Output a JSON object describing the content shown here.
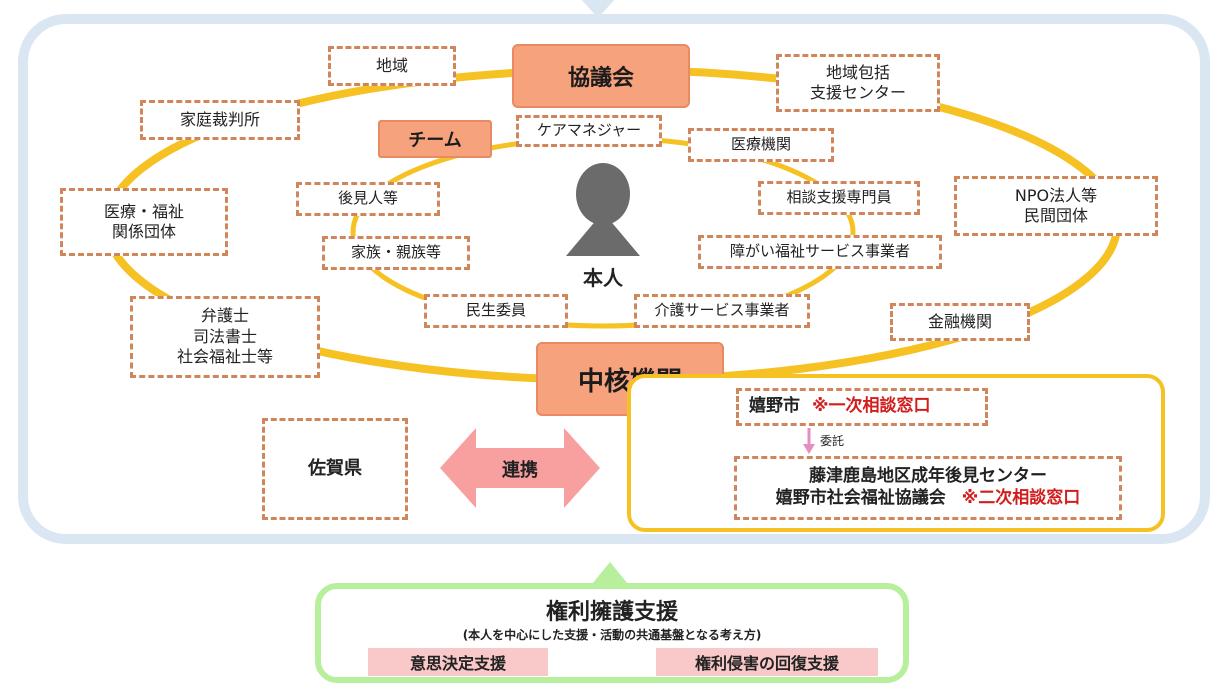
{
  "colors": {
    "outer_frame": "#dbe6f3",
    "ring": "#f6c122",
    "dashed_border": "#d0855a",
    "orange_fill": "#f6a27c",
    "person": "#6b6b6b",
    "arrow": "#f8a0a0",
    "red_text": "#d21d1d",
    "green_frame": "#b8ef9c",
    "pink_fill": "#f9c8c8"
  },
  "council": "協議会",
  "team": "チーム",
  "core_agency": "中核機関",
  "person": "本人",
  "outer_ring": {
    "region": "地域",
    "family_court": "家庭裁判所",
    "medical_welfare": "医療・福祉\n関係団体",
    "legal": "弁護士\n司法書士\n社会福祉士等",
    "community_support_center": "地域包括\n支援センター",
    "npo": "NPO法人等\n民間団体",
    "financial": "金融機関"
  },
  "inner_ring": {
    "care_manager": "ケアマネジャー",
    "medical": "医療機関",
    "guardian": "後見人等",
    "counseling_specialist": "相談支援専門員",
    "family": "家族・親族等",
    "disability_service": "障がい福祉サービス事業者",
    "welfare_commissioner": "民生委員",
    "care_service": "介護サービス事業者"
  },
  "saga": "佐賀県",
  "cooperation": "連携",
  "ureshino": {
    "name": "嬉野市",
    "note": "※一次相談窓口",
    "commission": "委託",
    "center_line1": "藤津鹿島地区成年後見センター",
    "center_line2": "嬉野市社会福祉協議会",
    "center_note": "※二次相談窓口"
  },
  "advocacy": {
    "title": "権利擁護支援",
    "subtitle": "(本人を中心にした支援・活動の共通基盤となる考え方)",
    "decision_support": "意思決定支援",
    "recovery_support": "権利侵害の回復支援"
  }
}
